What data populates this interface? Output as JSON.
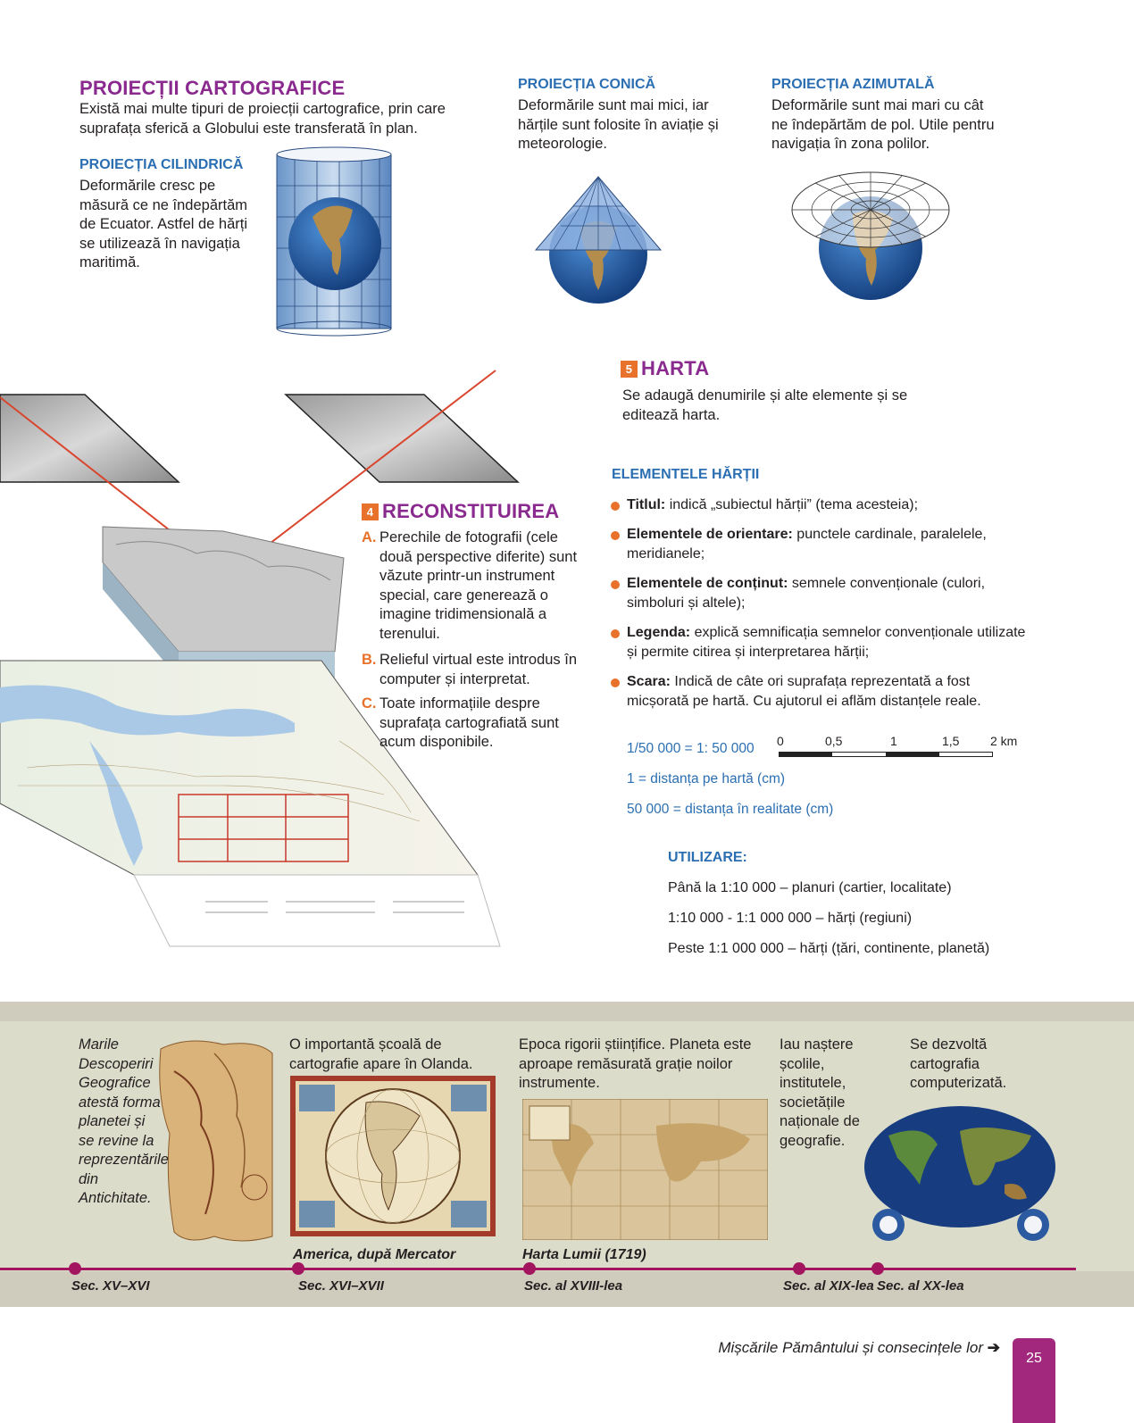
{
  "projections": {
    "title": "PROIECȚII CARTOGRAFICE",
    "intro": "Există mai multe tipuri de proiecții cartografice, prin care suprafața sferică a Globului este transferată în plan.",
    "cylindrical": {
      "title": "PROIECȚIA CILINDRICĂ",
      "text": "Deformările cresc pe măsură ce ne îndepărtăm de Ecuator. Astfel de hărți se utilizează în navigația maritimă."
    },
    "conic": {
      "title": "PROIECȚIA CONICĂ",
      "text": "Deformările sunt mai mici, iar hărțile sunt folosite în aviație și meteorologie."
    },
    "azimuthal": {
      "title": "PROIECȚIA AZIMUTALĂ",
      "text": "Deformările sunt mai mari cu cât ne îndepărtăm de pol. Utile pentru navigația în zona polilor."
    }
  },
  "step4": {
    "number": "4",
    "title": "RECONSTITUIREA",
    "items": [
      {
        "letter": "A.",
        "text": "Perechile de fotografii (cele două perspective diferite) sunt văzute printr-un instrument special, care generează o imagine tridimensională a terenului."
      },
      {
        "letter": "B.",
        "text": "Relieful virtual este introdus în computer și interpretat."
      },
      {
        "letter": "C.",
        "text": "Toate informațiile despre suprafața cartografiată sunt acum disponibile."
      }
    ]
  },
  "step5": {
    "number": "5",
    "title": "HARTA",
    "text": "Se adaugă denumirile și alte elemente și se editează harta."
  },
  "elements": {
    "title": "ELEMENTELE HĂRȚII",
    "items": [
      {
        "term": "Titlul:",
        "desc": " indică „subiectul hărții” (tema acesteia);"
      },
      {
        "term": "Elementele de orientare:",
        "desc": " punctele cardinale, paralelele, meridianele;"
      },
      {
        "term": "Elementele de conținut:",
        "desc": " semnele convenționale (culori, simboluri și altele);"
      },
      {
        "term": "Legenda:",
        "desc": " explică semnificația semnelor convenționale utilizate și permite citirea și interpretarea hărții;"
      },
      {
        "term": "Scara:",
        "desc": " Indică de câte ori suprafața reprezentată a fost micșorată pe hartă. Cu ajutorul ei aflăm distanțele reale."
      }
    ]
  },
  "scale": {
    "ratio": "1/50 000 = 1: 50 000",
    "ticks": [
      "0",
      "0,5",
      "1",
      "1,5",
      "2 km"
    ],
    "line1": "1 = distanța pe hartă (cm)",
    "line2": "50 000 = distanța în realitate (cm)"
  },
  "usage": {
    "title": "UTILIZARE:",
    "lines": [
      "Până la 1:10 000 – planuri (cartier, localitate)",
      "1:10 000  - 1:1 000 000 – hărți (regiuni)",
      "Peste 1:1 000 000 – hărți (țări, continente, planetă)"
    ]
  },
  "timeline": {
    "entries": [
      {
        "text": "Marile Descoperiri Geografice atestă forma planetei și se revine la reprezentările din Antichitate.",
        "label": "Sec. XV–XVI"
      },
      {
        "text": "O importantă școală de cartografie apare în Olanda.",
        "caption": "America, după Mercator",
        "label": "Sec. XVI–XVII"
      },
      {
        "text": "Epoca rigorii științifice. Planeta este aproape remăsurată grație noilor instrumente.",
        "caption": "Harta Lumii (1719)",
        "label": "Sec. al XVIII-lea"
      },
      {
        "text": "Iau naștere școlile, institutele, societățile naționale de geografie.",
        "label": "Sec. al XIX-lea"
      },
      {
        "text": "Se dezvoltă cartografia computerizată.",
        "label": "Sec. al XX-lea"
      }
    ]
  },
  "footer": {
    "chapter": "Mișcările Pământului și consecințele lor",
    "page": "25"
  },
  "colors": {
    "purple": "#8a2a8e",
    "blue": "#2b6fb2",
    "orange": "#e8712b",
    "timeline": "#a4155f"
  }
}
